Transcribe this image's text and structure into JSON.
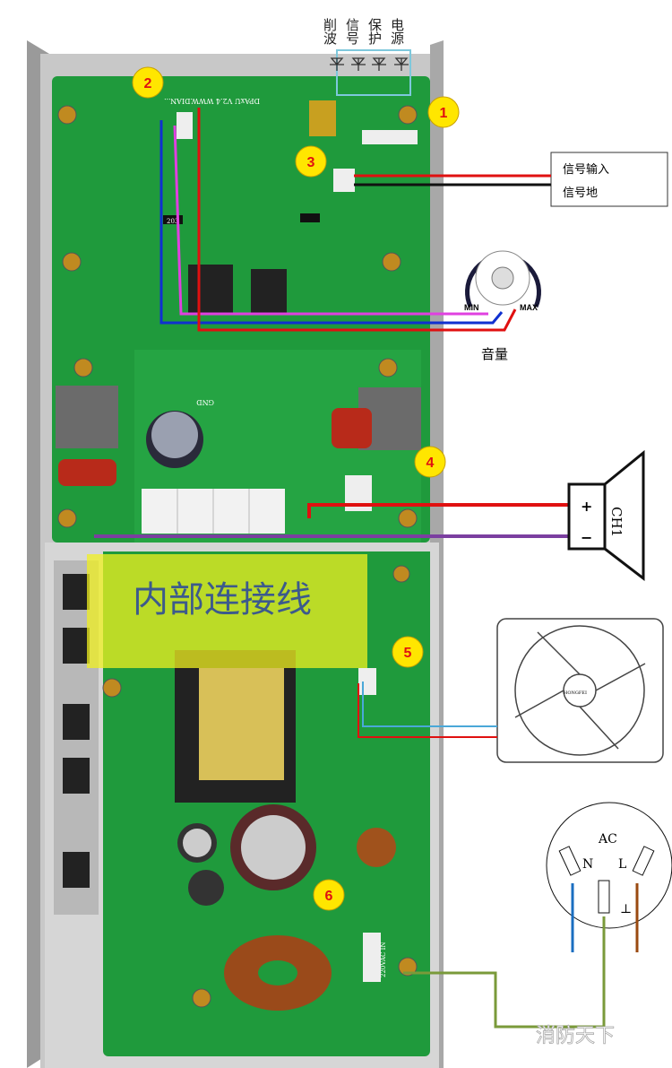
{
  "indicator_labels": [
    "削波",
    "信号",
    "保护",
    "电源"
  ],
  "callouts": [
    "1",
    "2",
    "3",
    "4",
    "5",
    "6"
  ],
  "signal_box": {
    "input": "信号输入",
    "ground": "信号地"
  },
  "potentiometer": {
    "min": "MIN",
    "max": "MAX",
    "label": "音量"
  },
  "speaker": {
    "plus": "+",
    "minus": "−",
    "channel": "CH1"
  },
  "highlight_label": "内部连接线",
  "fan_brand": "HONGFEI",
  "ac_socket": {
    "title": "AC",
    "n": "N",
    "l": "L",
    "ground": "⊥"
  },
  "watermark": "消防天下",
  "pcb_marks": {
    "board": "DPAxU V2.4 WWW.DIAN...",
    "gnd": "GND",
    "ac_in": "220VAC IN",
    "res": "203"
  },
  "colors": {
    "pcb": "#1f9a3c",
    "callout": "#ffe600",
    "highlight": "#f0f020",
    "red_wire": "#e01010",
    "blue_wire": "#1030d0",
    "purple_wire": "#7b3fa0"
  }
}
